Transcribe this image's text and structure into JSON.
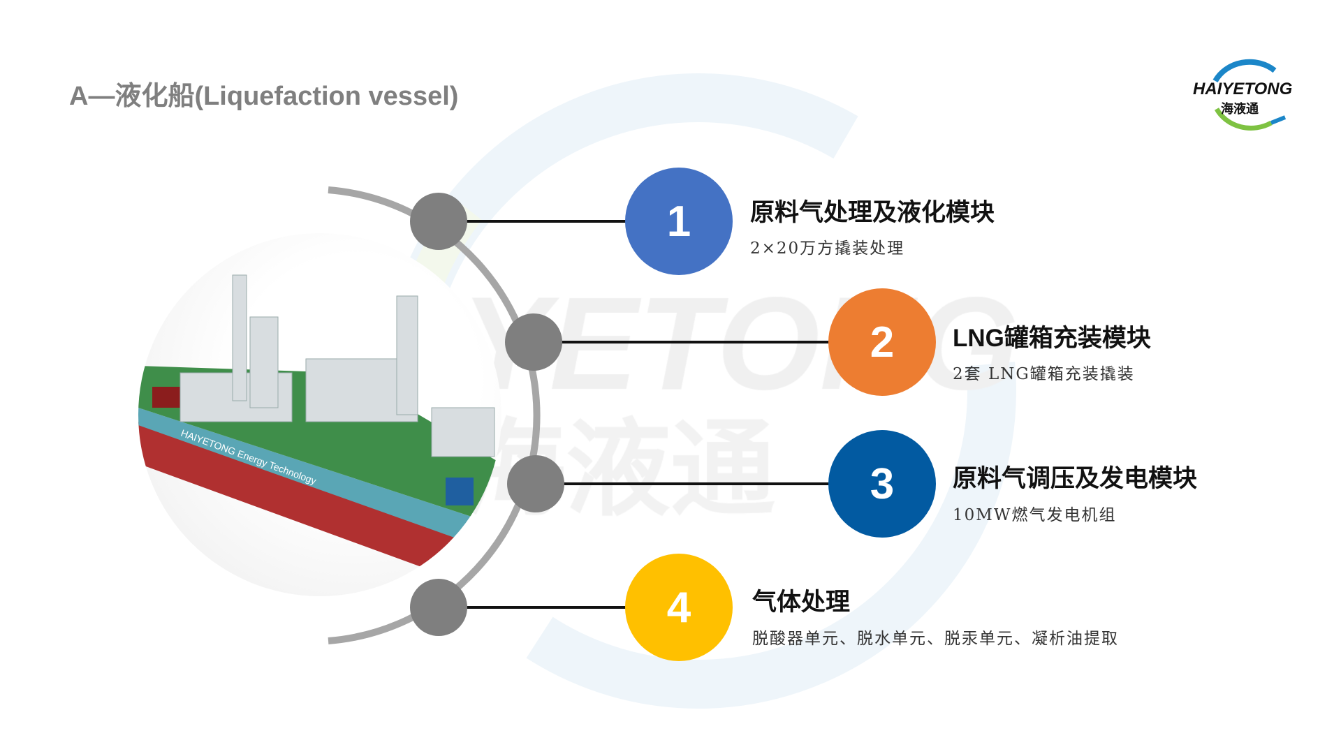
{
  "header": {
    "title": "A—液化船(Liquefaction vessel)"
  },
  "logo": {
    "text_en": "HAIYETONG",
    "text_cn": "海液通"
  },
  "watermark": {
    "text_en": "YETONG",
    "text_cn": "海液通"
  },
  "ship": {
    "hull_text": "HAIYETONG  Energy  Technology"
  },
  "modules": [
    {
      "number": "1",
      "title": "原料气处理及液化模块",
      "subtitle": "2×20万方撬装处理",
      "color": "#4472c4"
    },
    {
      "number": "2",
      "title": "LNG罐箱充装模块",
      "subtitle": "2套 LNG罐箱充装撬装",
      "color": "#ed7d31"
    },
    {
      "number": "3",
      "title": "原料气调压及发电模块",
      "subtitle": "10MW燃气发电机组",
      "color": "#025aa1"
    },
    {
      "number": "4",
      "title": "气体处理",
      "subtitle": "脱酸器单元、脱水单元、脱汞单元、凝析油提取",
      "color": "#ffc000"
    }
  ]
}
